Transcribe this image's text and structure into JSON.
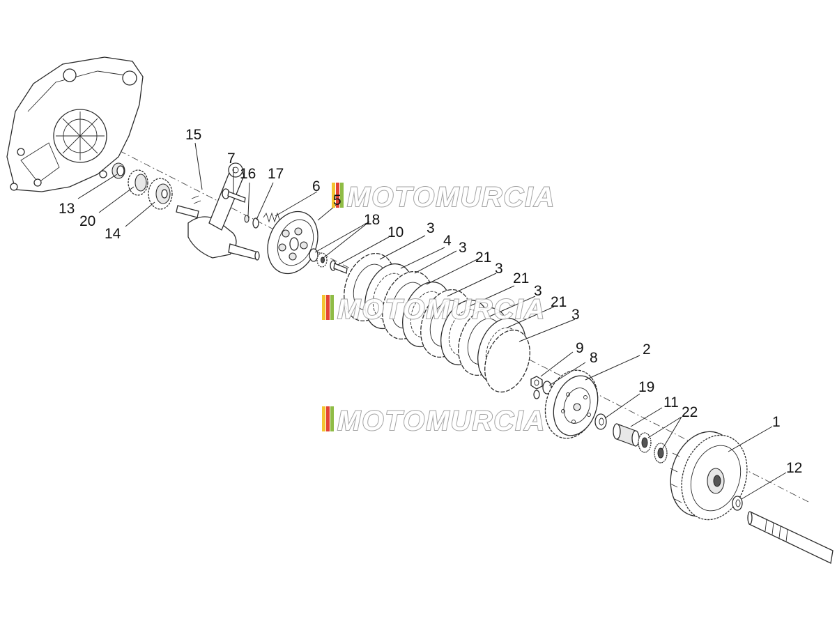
{
  "watermark": {
    "text": "MOTOMURCIA",
    "stripe_colors": [
      "#f4c430",
      "#e34234",
      "#8fbc45"
    ]
  },
  "callouts": [
    {
      "id": "13",
      "label": "13"
    },
    {
      "id": "20",
      "label": "20"
    },
    {
      "id": "14",
      "label": "14"
    },
    {
      "id": "15",
      "label": "15"
    },
    {
      "id": "7",
      "label": "7"
    },
    {
      "id": "16",
      "label": "16"
    },
    {
      "id": "17",
      "label": "17"
    },
    {
      "id": "6",
      "label": "6"
    },
    {
      "id": "5",
      "label": "5"
    },
    {
      "id": "18",
      "label": "18"
    },
    {
      "id": "10",
      "label": "10"
    },
    {
      "id": "3a",
      "label": "3"
    },
    {
      "id": "4",
      "label": "4"
    },
    {
      "id": "3b",
      "label": "3"
    },
    {
      "id": "21a",
      "label": "21"
    },
    {
      "id": "3c",
      "label": "3"
    },
    {
      "id": "21b",
      "label": "21"
    },
    {
      "id": "3d",
      "label": "3"
    },
    {
      "id": "21c",
      "label": "21"
    },
    {
      "id": "3e",
      "label": "3"
    },
    {
      "id": "9",
      "label": "9"
    },
    {
      "id": "8",
      "label": "8"
    },
    {
      "id": "2",
      "label": "2"
    },
    {
      "id": "19",
      "label": "19"
    },
    {
      "id": "11",
      "label": "11"
    },
    {
      "id": "22",
      "label": "22"
    },
    {
      "id": "1",
      "label": "1"
    },
    {
      "id": "12",
      "label": "12"
    }
  ]
}
